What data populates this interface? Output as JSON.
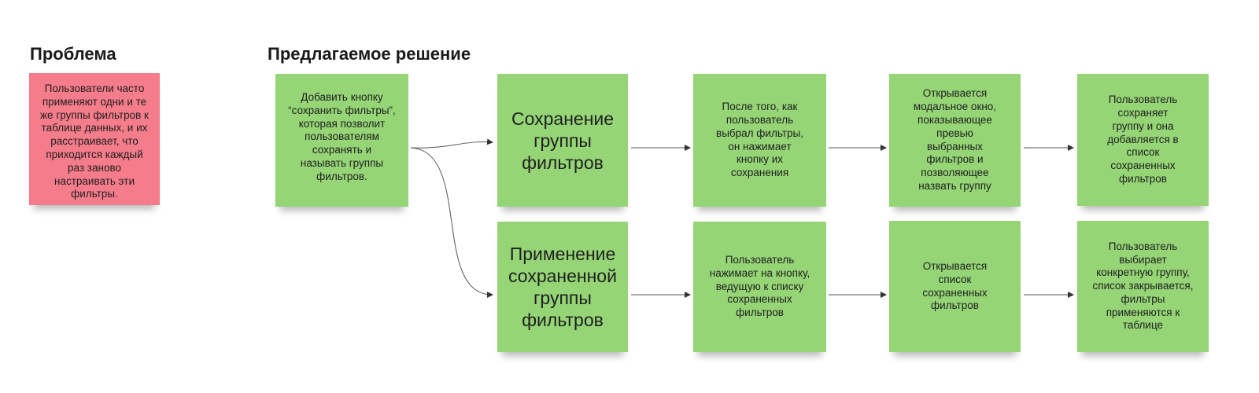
{
  "headings": {
    "problem": "Проблема",
    "solution": "Предлагаемое решение"
  },
  "colors": {
    "problem_note": "#f57c8a",
    "solution_note": "#95d576",
    "connector": "#555555"
  },
  "notes": {
    "problem": "Пользователи часто\nприменяют одни и те\nже группы фильтров к\nтаблице данных, и их\nрасстраивает, что\nприходится каждый\nраз заново\nнастраивать эти\nфильтры.",
    "proposal": "Добавить кнопку\n“сохранить фильтры”,\nкоторая позволит\nпользователям\nсохранять и\nназывать группы\nфильтров.",
    "save_flow": {
      "title": "Сохранение\nгруппы\nфильтров",
      "steps": [
        "После того, как\nпользователь\nвыбрал фильтры,\nон нажимает\nкнопку их\nсохранения",
        "Открывается\nмодальное окно,\nпоказывающее\nпревью\nвыбранных\nфильтров и\nпозволяющее\nназвать группу",
        "Пользователь\nсохраняет\nгруппу и она\nдобавляется в\nсписок\nсохраненных\nфильтров"
      ]
    },
    "apply_flow": {
      "title": "Применение\nсохраненной\nгруппы\nфильтров",
      "steps": [
        "Пользователь\nнажимает на кнопку,\nведущую к списку\nсохраненных\nфильтров",
        "Открывается\nсписок\nсохраненных\nфильтров",
        "Пользователь\nвыбирает\nконкретную группу,\nсписок закрывается,\nфильтры\nприменяются к\nтаблице"
      ]
    }
  }
}
